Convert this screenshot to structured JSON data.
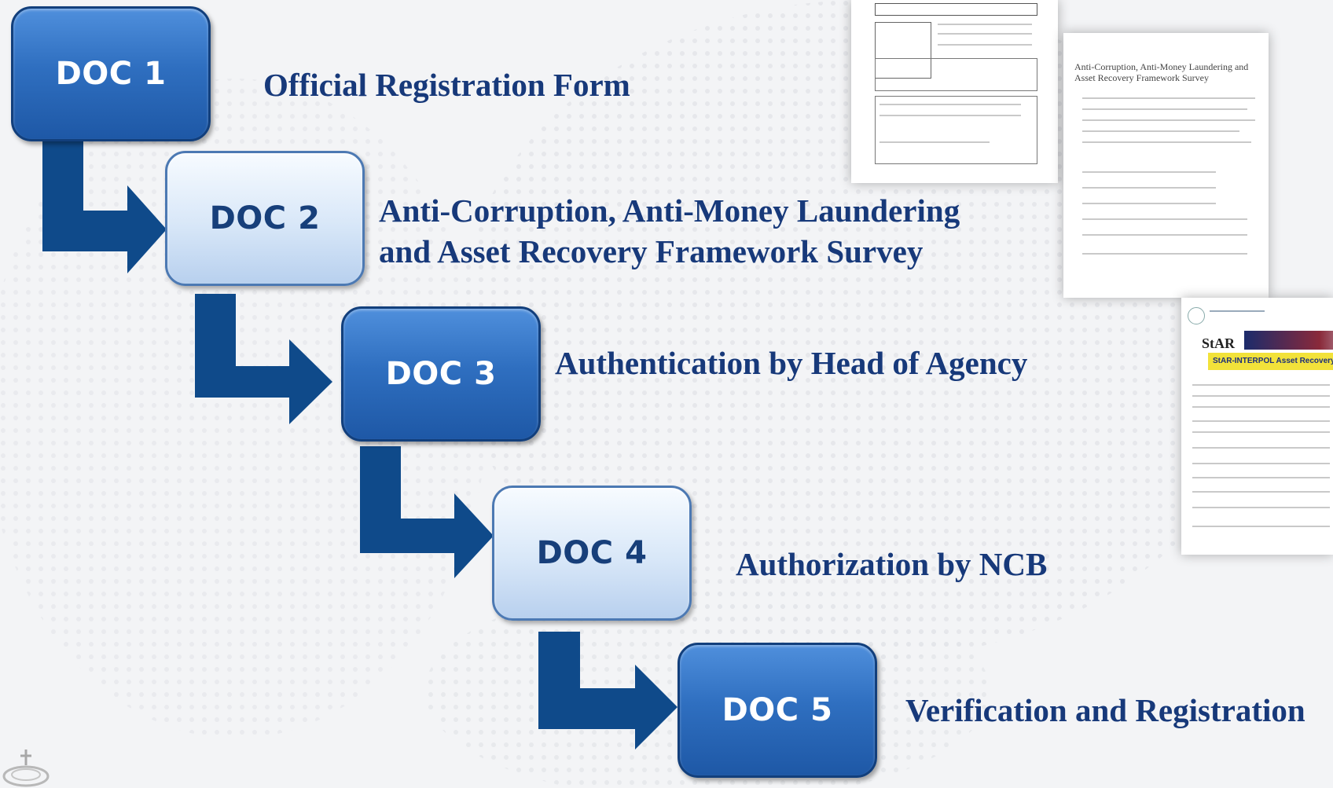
{
  "steps": [
    {
      "id": "DOC 1",
      "label_lines": [
        "Official Registration Form"
      ]
    },
    {
      "id": "DOC 2",
      "label_lines": [
        "Anti-Corruption, Anti-Money Laundering",
        "and Asset Recovery Framework Survey"
      ]
    },
    {
      "id": "DOC 3",
      "label_lines": [
        "Authentication by Head of Agency"
      ]
    },
    {
      "id": "DOC 4",
      "label_lines": [
        "Authorization by NCB"
      ]
    },
    {
      "id": "DOC 5",
      "label_lines": [
        "Verification and Registration"
      ]
    }
  ],
  "thumbnails": {
    "survey_title_lines": [
      "Anti-Corruption, Anti-Money Laundering and",
      "Asset Recovery Framework Survey"
    ],
    "star_logo": "StAR",
    "star_banner": "StAR-INTERPOL Asset Recovery Focal Points Platform"
  },
  "colors": {
    "dark_box": "#2f6fc0",
    "light_box": "#d8e7f8",
    "arrow": "#0f4a8a",
    "label_text": "#17397a"
  }
}
